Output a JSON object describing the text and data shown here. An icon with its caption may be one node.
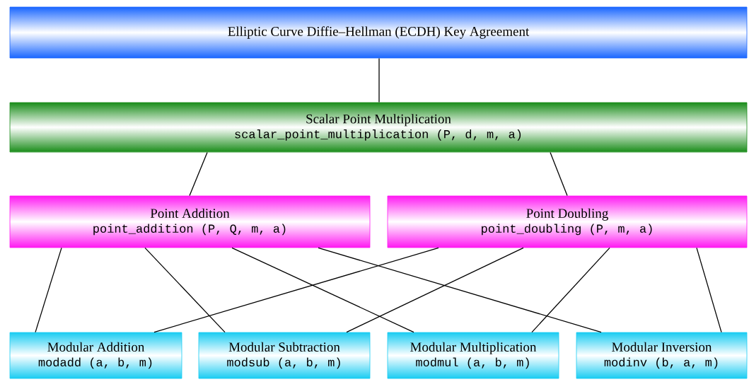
{
  "diagram": {
    "nodes": [
      {
        "text": [
          "Elliptic Curve Diffie–Hellman (ECDH) Key Agreement"
        ]
      },
      {
        "text": [
          "Scalar Point Multiplication",
          "scalar_point_multiplication (P, d, m, a)"
        ]
      },
      {
        "text": [
          "Point Addition",
          "point_addition (P, Q, m, a)"
        ]
      },
      {
        "text": [
          "Point Doubling",
          "point_doubling (P, m, a)"
        ]
      },
      {
        "text": [
          "Modular Addition",
          "modadd (a, b, m)"
        ]
      },
      {
        "text": [
          "Modular Subtraction",
          "modsub (a, b, m)"
        ]
      },
      {
        "text": [
          "Modular Multiplication",
          "modmul (a, b, m)"
        ]
      },
      {
        "text": [
          "Modular Inversion",
          "modinv (b, a, m)"
        ]
      }
    ],
    "edges": [
      {
        "from": 0,
        "to": 1,
        "arrow": "none"
      },
      {
        "from": 1,
        "to": 2,
        "arrow": "none"
      },
      {
        "from": 1,
        "to": 3,
        "arrow": "none"
      },
      {
        "from": 2,
        "to": 4,
        "arrow": "none"
      },
      {
        "from": 2,
        "to": 5,
        "arrow": "none"
      },
      {
        "from": 2,
        "to": 6,
        "arrow": "none"
      },
      {
        "from": 2,
        "to": 7,
        "arrow": "none"
      },
      {
        "from": 3,
        "to": 4,
        "arrow": "none"
      },
      {
        "from": 3,
        "to": 5,
        "arrow": "none"
      },
      {
        "from": 3,
        "to": 6,
        "arrow": "none"
      },
      {
        "from": 3,
        "to": 7,
        "arrow": "none"
      }
    ]
  }
}
